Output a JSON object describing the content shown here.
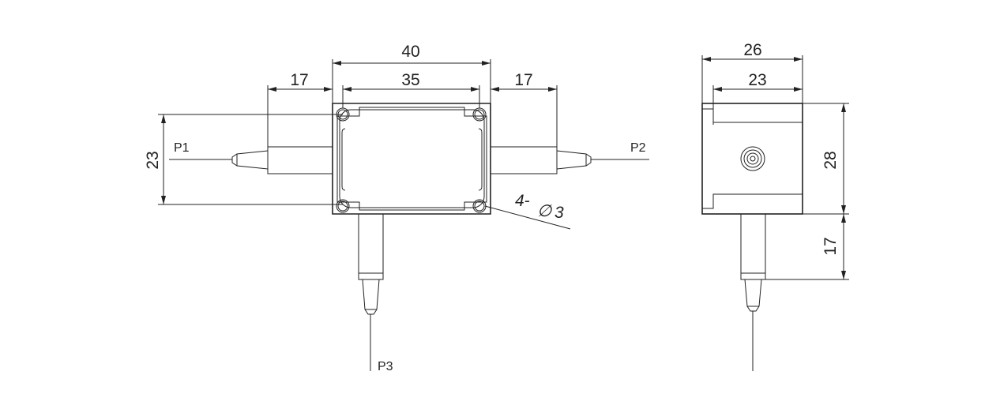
{
  "front_view": {
    "dim_overall_width": "40",
    "dim_hole_spacing": "35",
    "dim_left_pigtail": "17",
    "dim_right_pigtail": "17",
    "dim_hole_height": "23",
    "port_p1": "P1",
    "port_p2": "P2",
    "port_p3": "P3",
    "hole_callout_prefix": "4-",
    "hole_callout_symbol": "∅",
    "hole_callout_value": "3"
  },
  "side_view": {
    "dim_overall_width": "26",
    "dim_inner_width": "23",
    "dim_height": "28",
    "dim_pigtail": "17"
  }
}
